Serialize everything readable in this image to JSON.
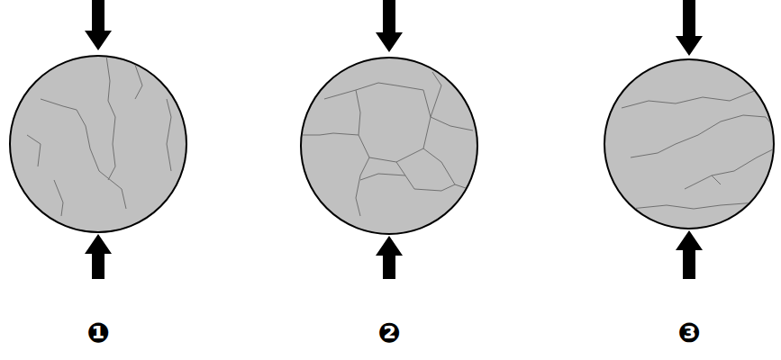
{
  "diagram": {
    "labels": [
      "❶",
      "❷",
      "❸"
    ]
  }
}
